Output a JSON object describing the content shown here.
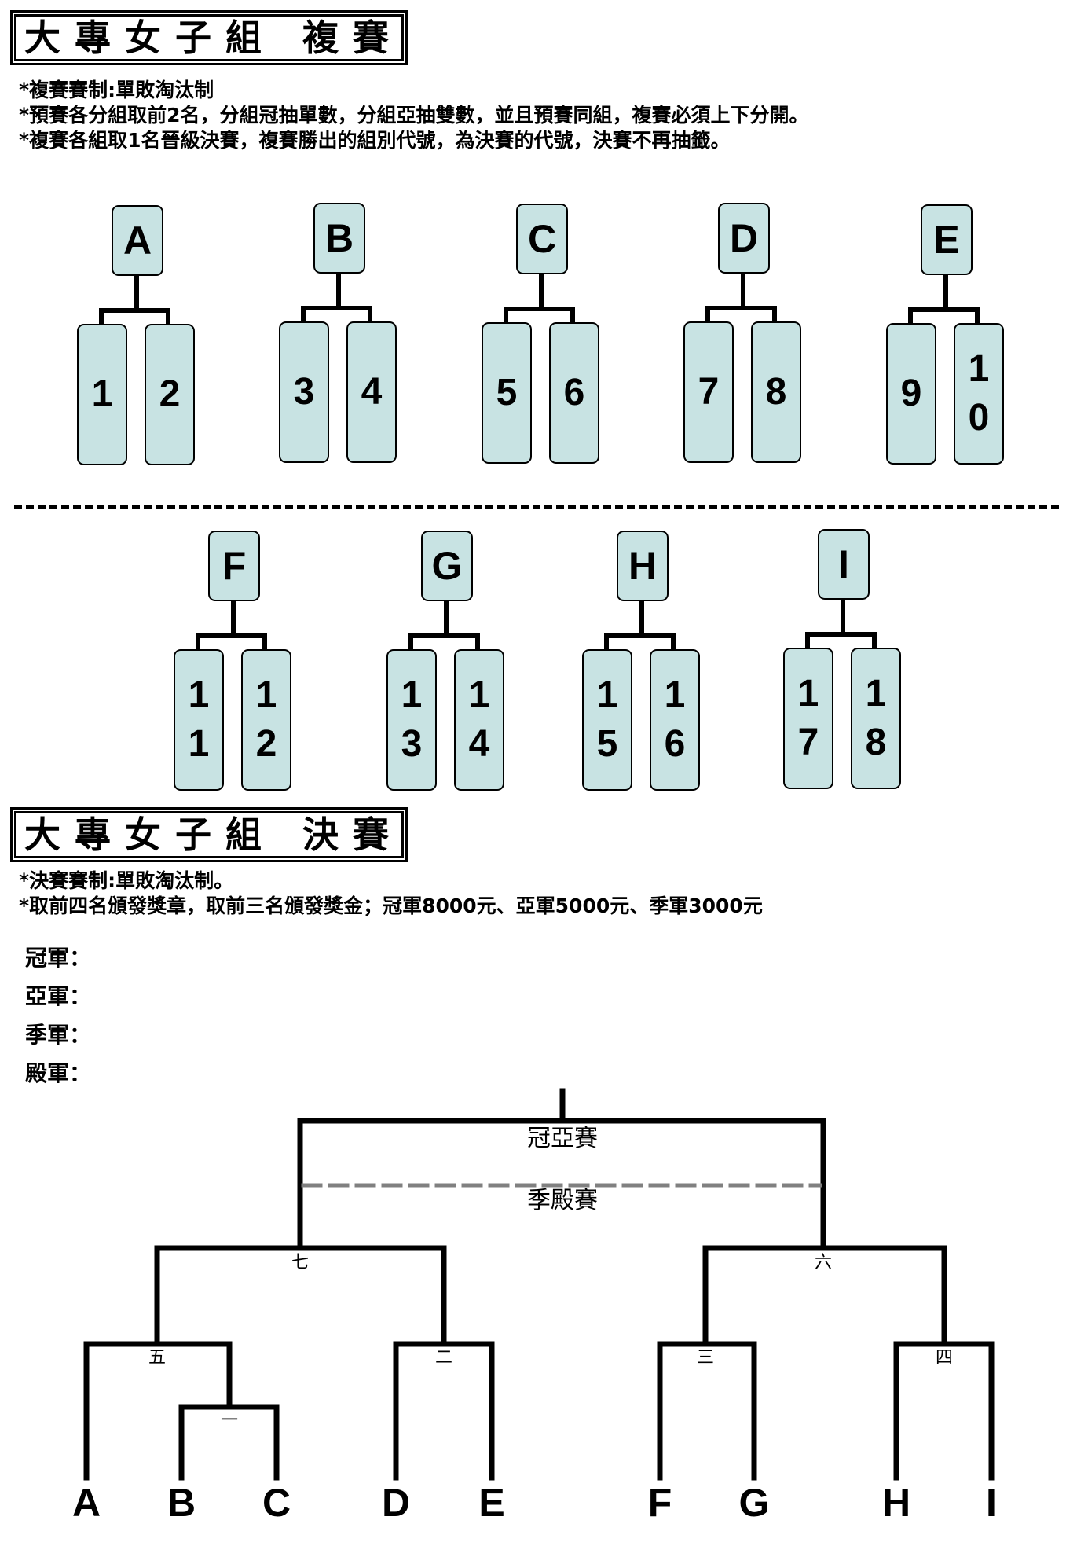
{
  "semi_section": {
    "title": "大專女子組 複賽",
    "notes": [
      "*複賽賽制:單敗淘汰制",
      "*預賽各分組取前2名，分組冠抽單數，分組亞抽雙數，並且預賽同組，複賽必須上下分開。",
      "*複賽各組取1名晉級決賽，複賽勝出的組別代號，為決賽的代號，決賽不再抽籤。"
    ],
    "groups": [
      {
        "label": "A",
        "seeds": [
          "1",
          "2"
        ]
      },
      {
        "label": "B",
        "seeds": [
          "3",
          "4"
        ]
      },
      {
        "label": "C",
        "seeds": [
          "5",
          "6"
        ]
      },
      {
        "label": "D",
        "seeds": [
          "7",
          "8"
        ]
      },
      {
        "label": "E",
        "seeds": [
          "9",
          "10"
        ]
      },
      {
        "label": "F",
        "seeds": [
          "11",
          "12"
        ]
      },
      {
        "label": "G",
        "seeds": [
          "13",
          "14"
        ]
      },
      {
        "label": "H",
        "seeds": [
          "15",
          "16"
        ]
      },
      {
        "label": "I",
        "seeds": [
          "17",
          "18"
        ]
      }
    ]
  },
  "final_section": {
    "title": "大專女子組 決賽",
    "notes": [
      "*決賽賽制:單敗淘汰制。",
      "*取前四名頒發獎章，取前三名頒發獎金；冠軍8000元、亞軍5000元、季軍3000元"
    ],
    "medals": [
      "冠軍：",
      "亞軍：",
      "季軍：",
      "殿軍："
    ],
    "bracket": {
      "final_label": "冠亞賽",
      "third_place_label": "季殿賽",
      "rounds": {
        "r7": "七",
        "r6": "六",
        "r5": "五",
        "r2": "二",
        "r3": "三",
        "r4": "四",
        "r1": "一"
      },
      "leaves": [
        "A",
        "B",
        "C",
        "D",
        "E",
        "F",
        "G",
        "H",
        "I"
      ]
    }
  }
}
